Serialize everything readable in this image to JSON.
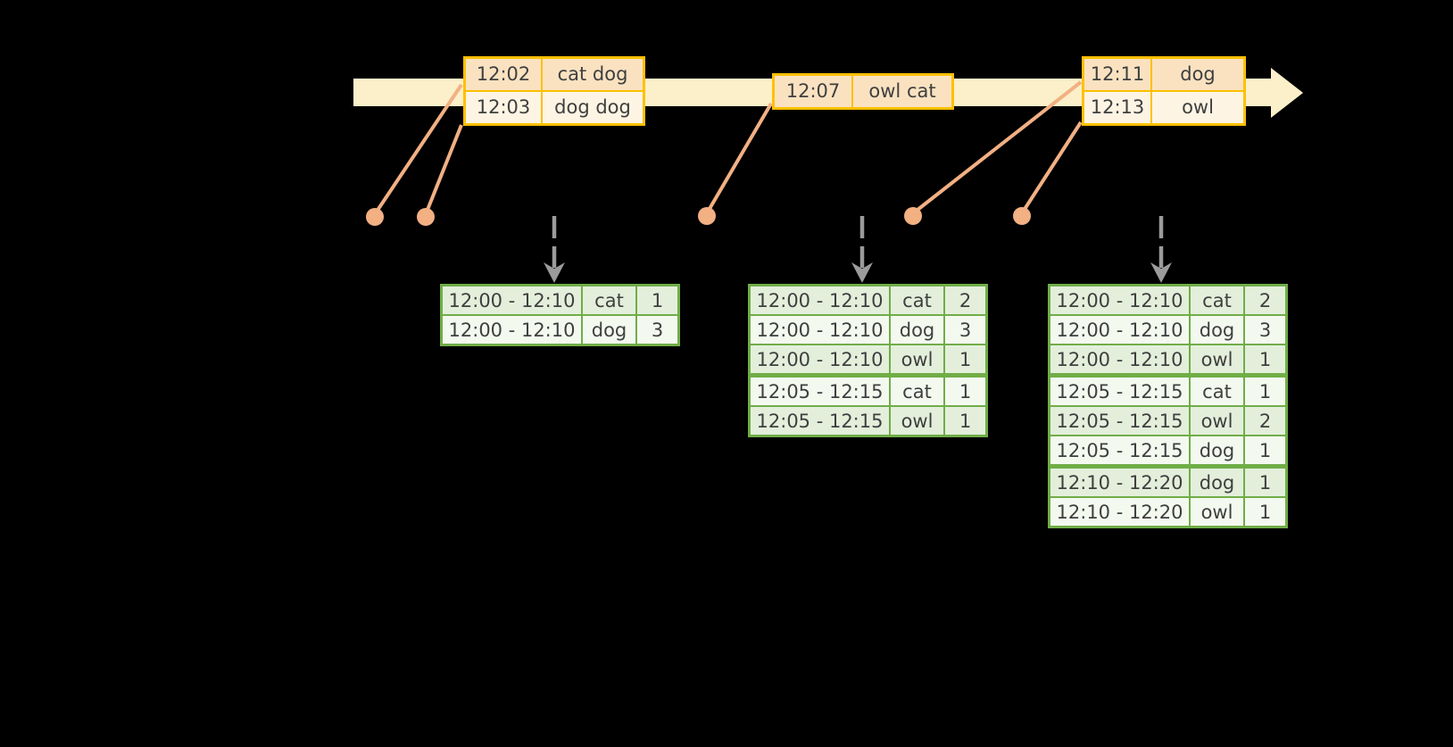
{
  "timeline": {
    "events": [
      {
        "rows": [
          {
            "time": "12:02",
            "words": "cat dog"
          },
          {
            "time": "12:03",
            "words": "dog dog"
          }
        ]
      },
      {
        "rows": [
          {
            "time": "12:07",
            "words": "owl cat"
          }
        ]
      },
      {
        "rows": [
          {
            "time": "12:11",
            "words": "dog"
          },
          {
            "time": "12:13",
            "words": "owl"
          }
        ]
      }
    ]
  },
  "result_tables": [
    {
      "rows": [
        {
          "window": "12:00 - 12:10",
          "word": "cat",
          "count": "1"
        },
        {
          "window": "12:00 - 12:10",
          "word": "dog",
          "count": "3"
        }
      ]
    },
    {
      "rows": [
        {
          "window": "12:00 - 12:10",
          "word": "cat",
          "count": "2"
        },
        {
          "window": "12:00 - 12:10",
          "word": "dog",
          "count": "3"
        },
        {
          "window": "12:00 - 12:10",
          "word": "owl",
          "count": "1"
        },
        {
          "window": "12:05 - 12:15",
          "word": "cat",
          "count": "1"
        },
        {
          "window": "12:05 - 12:15",
          "word": "owl",
          "count": "1"
        }
      ]
    },
    {
      "rows": [
        {
          "window": "12:00 - 12:10",
          "word": "cat",
          "count": "2"
        },
        {
          "window": "12:00 - 12:10",
          "word": "dog",
          "count": "3"
        },
        {
          "window": "12:00 - 12:10",
          "word": "owl",
          "count": "1"
        },
        {
          "window": "12:05 - 12:15",
          "word": "cat",
          "count": "1"
        },
        {
          "window": "12:05 - 12:15",
          "word": "owl",
          "count": "2"
        },
        {
          "window": "12:05 - 12:15",
          "word": "dog",
          "count": "1"
        },
        {
          "window": "12:10 - 12:20",
          "word": "dog",
          "count": "1"
        },
        {
          "window": "12:10 - 12:20",
          "word": "owl",
          "count": "1"
        }
      ]
    }
  ],
  "colors": {
    "background": "#000000",
    "timeline_band": "#FBF0C9",
    "event_border": "#FFC000",
    "event_row_peach": "#FAE2C1",
    "event_row_cream": "#FDF4E3",
    "connector_orange": "#F2B083",
    "trigger_arrow_gray": "#9B9B9B",
    "table_border": "#70AD47",
    "table_row_green": "#E3EFDB",
    "table_row_white": "#F4F9F0",
    "text": "#3F3F3F"
  }
}
